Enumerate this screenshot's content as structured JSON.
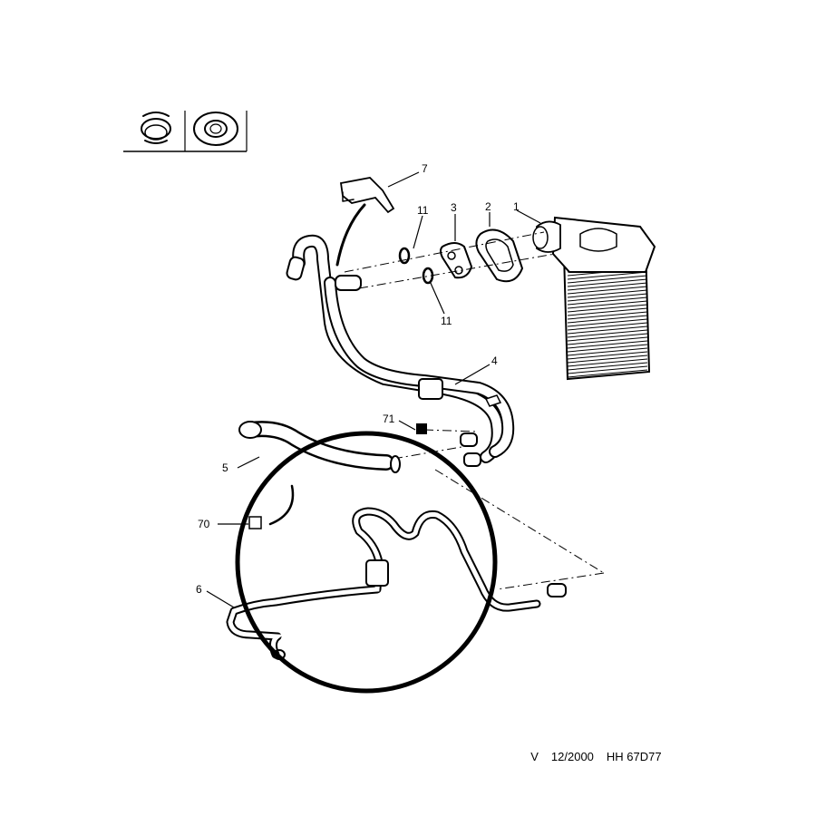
{
  "callouts": {
    "c1": "1",
    "c2": "2",
    "c3": "3",
    "c4": "4",
    "c5": "5",
    "c6": "6",
    "c7": "7",
    "c11a": "11",
    "c11b": "11",
    "c70": "70",
    "c71": "71"
  },
  "footer": {
    "variant": "V",
    "date": "12/2000",
    "ref": "HH 67D77"
  }
}
